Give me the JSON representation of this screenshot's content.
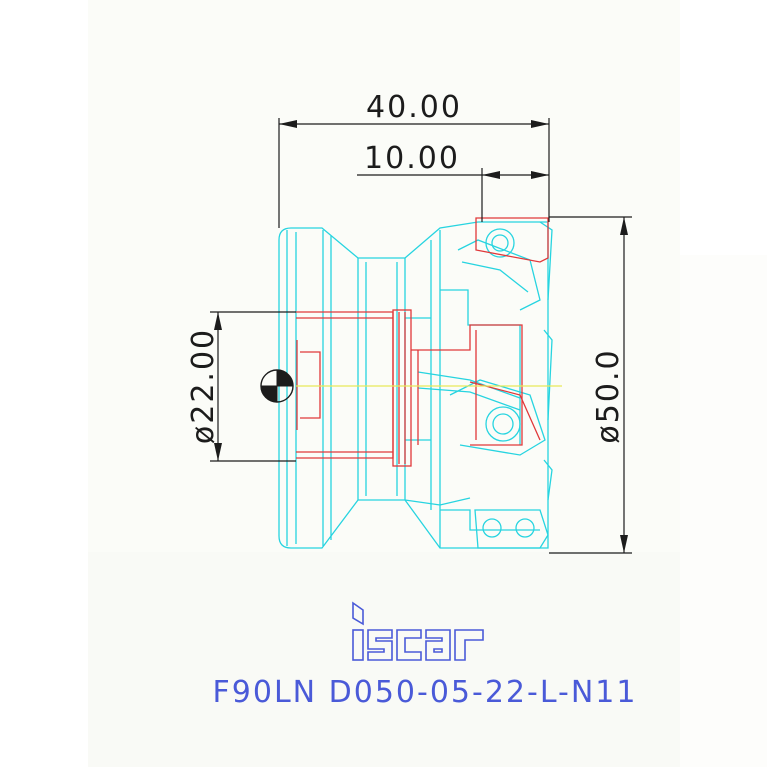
{
  "dimensions": {
    "overall_length": "40.00",
    "cut_length": "10.00",
    "bore_diameter": "ø22.00",
    "outer_diameter": "ø50.0"
  },
  "brand": {
    "logo_text": "iscar"
  },
  "product": {
    "designation": "F90LN D050-05-22-L-N11"
  },
  "colors": {
    "background": "#ffffff",
    "sheet_tint": "#fbfcf8",
    "body_outline": "#27d4e0",
    "section_red": "#e0383a",
    "dimension_black": "#1c1c1c",
    "centerline_yellow": "#e8e85a",
    "logo_blue": "#4a5ad8"
  }
}
